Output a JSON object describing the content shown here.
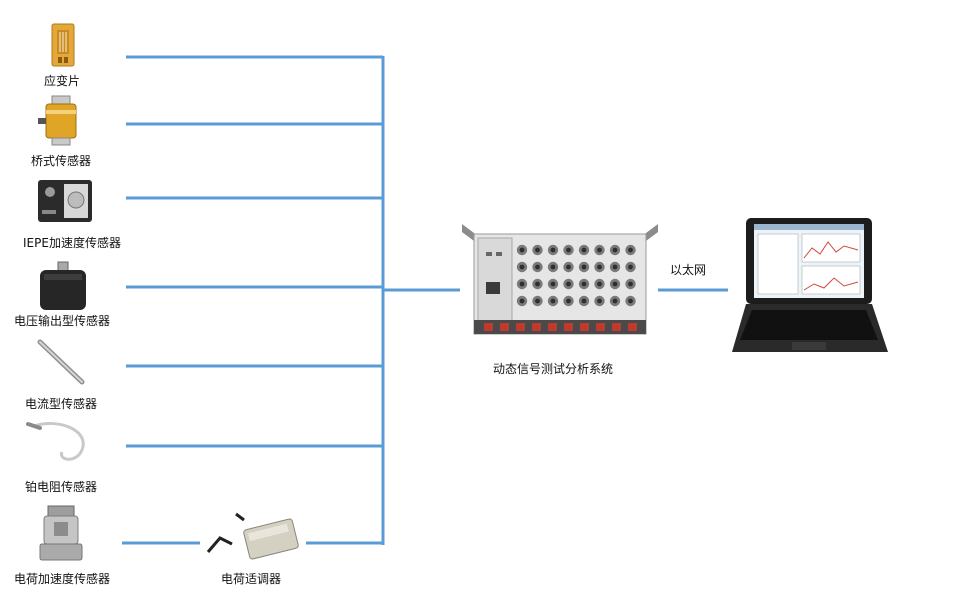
{
  "sensors": [
    {
      "label": "应变片",
      "icon": "strain-gauge-icon"
    },
    {
      "label": "桥式传感器",
      "icon": "bridge-sensor-icon"
    },
    {
      "label": "IEPE加速度传感器",
      "icon": "iepe-accelerometer-icon"
    },
    {
      "label": "电压输出型传感器",
      "icon": "voltage-sensor-icon"
    },
    {
      "label": "电流型传感器",
      "icon": "current-sensor-icon"
    },
    {
      "label": "铂电阻传感器",
      "icon": "platinum-resistor-icon"
    },
    {
      "label": "电荷加速度传感器",
      "icon": "charge-accelerometer-icon"
    }
  ],
  "conditioner": {
    "label": "电荷适调器",
    "icon": "charge-conditioner-icon"
  },
  "system": {
    "label": "动态信号测试分析系统",
    "icon": "dynamic-signal-system-icon"
  },
  "link": {
    "label": "以太网"
  },
  "computer": {
    "icon": "laptop-icon"
  },
  "colors": {
    "line": "#5b9bd5",
    "gauge": "#e3a73a",
    "metal": "#b8b8b8",
    "dark": "#2a2a2a"
  }
}
